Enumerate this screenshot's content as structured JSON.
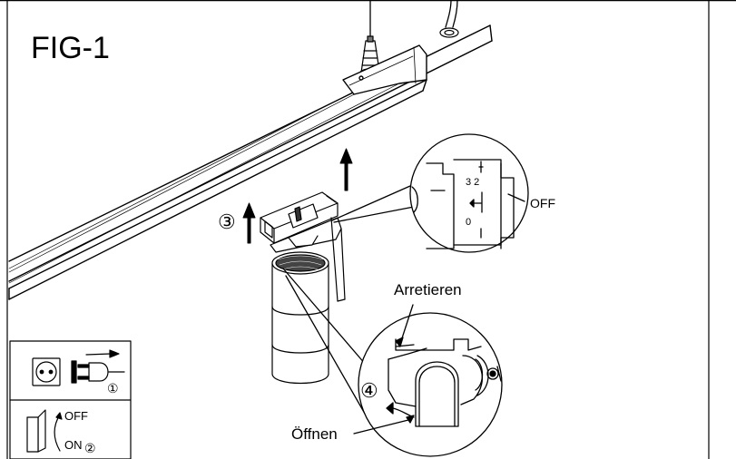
{
  "figure": {
    "title": "FIG-1",
    "labels": {
      "off_switch": "OFF",
      "lock": "Arretieren",
      "open": "Öffnen",
      "power_off": "OFF",
      "power_on": "ON",
      "switch_positions_top": "3 2",
      "switch_position_zero": "0"
    },
    "steps": {
      "unplug": "①",
      "switch_off": "②",
      "insert_adapter": "③",
      "lock_adapter": "④"
    }
  }
}
